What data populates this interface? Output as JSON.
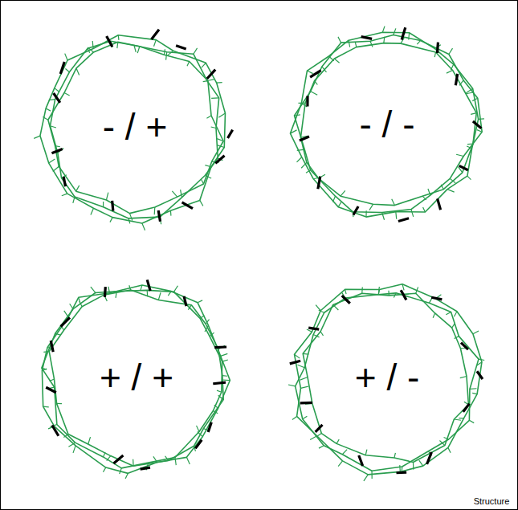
{
  "diagram": {
    "labels": [
      "- / +",
      "- / -",
      "+ / +",
      "+ / -",
      "Structure"
    ]
  }
}
